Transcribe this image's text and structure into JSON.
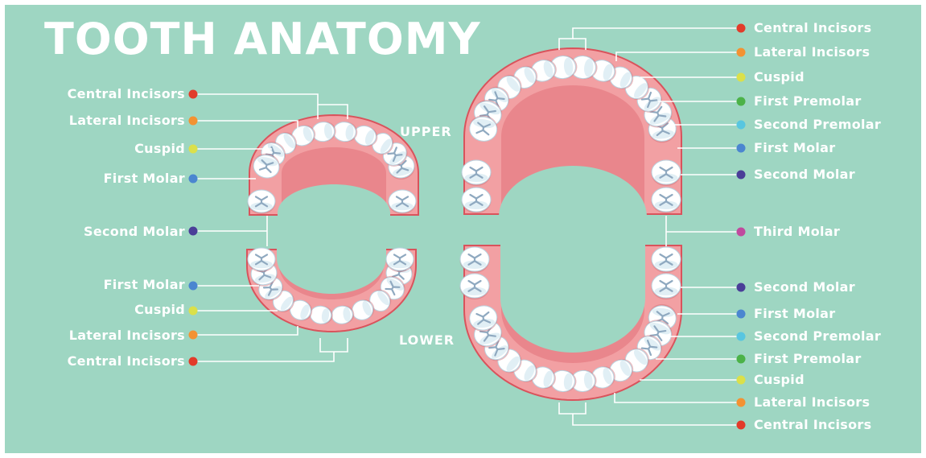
{
  "title": "TOOTH ANATOMY",
  "upper_label": "UPPER",
  "lower_label": "LOWER",
  "colors": {
    "background": "#9ed6c2",
    "gum": "#f2a0a3",
    "gum_outline": "#d9535c",
    "palate": "#e9868c",
    "tooth": "#ffffff",
    "tooth_shadow": "#c9e2ec",
    "crease": "#8fa9c0",
    "line": "#ffffff",
    "central_incisors": "#e23b2a",
    "lateral_incisors": "#f39232",
    "cuspid": "#dbe04a",
    "first_premolar": "#4cb248",
    "second_premolar": "#58c6e0",
    "first_molar": "#4b86d0",
    "second_molar": "#4a3e98",
    "third_molar": "#c04a9e"
  },
  "primary": {
    "upper": [
      {
        "label": "Central Incisors",
        "color_key": "central_incisors"
      },
      {
        "label": "Lateral Incisors",
        "color_key": "lateral_incisors"
      },
      {
        "label": "Cuspid",
        "color_key": "cuspid"
      },
      {
        "label": "First Molar",
        "color_key": "first_molar"
      },
      {
        "label": "Second Molar",
        "color_key": "second_molar"
      }
    ],
    "lower": [
      {
        "label": "First Molar",
        "color_key": "first_molar"
      },
      {
        "label": "Cuspid",
        "color_key": "cuspid"
      },
      {
        "label": "Lateral Incisors",
        "color_key": "lateral_incisors"
      },
      {
        "label": "Central Incisors",
        "color_key": "central_incisors"
      }
    ]
  },
  "permanent": {
    "upper": [
      {
        "label": "Central Incisors",
        "color_key": "central_incisors"
      },
      {
        "label": "Lateral Incisors",
        "color_key": "lateral_incisors"
      },
      {
        "label": "Cuspid",
        "color_key": "cuspid"
      },
      {
        "label": "First Premolar",
        "color_key": "first_premolar"
      },
      {
        "label": "Second Premolar",
        "color_key": "second_premolar"
      },
      {
        "label": "First Molar",
        "color_key": "first_molar"
      },
      {
        "label": "Second Molar",
        "color_key": "second_molar"
      }
    ],
    "middle": {
      "label": "Third Molar",
      "color_key": "third_molar"
    },
    "lower": [
      {
        "label": "Second Molar",
        "color_key": "second_molar"
      },
      {
        "label": "First Molar",
        "color_key": "first_molar"
      },
      {
        "label": "Second Premolar",
        "color_key": "second_premolar"
      },
      {
        "label": "First Premolar",
        "color_key": "first_premolar"
      },
      {
        "label": "Cuspid",
        "color_key": "cuspid"
      },
      {
        "label": "Lateral Incisors",
        "color_key": "lateral_incisors"
      },
      {
        "label": "Central Incisors",
        "color_key": "central_incisors"
      }
    ]
  }
}
